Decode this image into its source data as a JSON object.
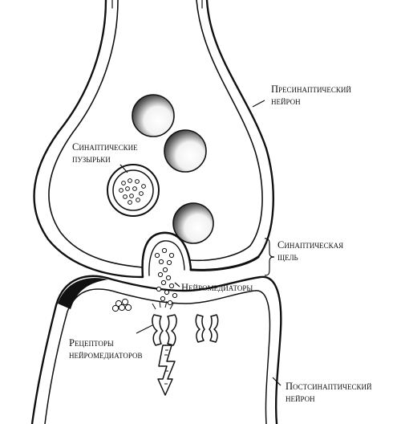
{
  "labels": {
    "presynaptic_neuron": [
      "Пресинаптический",
      "нейрон"
    ],
    "synaptic_vesicles": [
      "Синаптические",
      "пузырьки"
    ],
    "synaptic_cleft": [
      "Синаптическая",
      "щель"
    ],
    "neurotransmitters": "Нейромедиаторы",
    "receptors": [
      "Рецепторы",
      "нейромедиаторов"
    ],
    "postsynaptic_neuron": [
      "Постсинаптический",
      "нейрон"
    ]
  },
  "colors": {
    "ink": "#111111",
    "background": "#ffffff",
    "vesicle_shade": "#1a1a1a"
  }
}
